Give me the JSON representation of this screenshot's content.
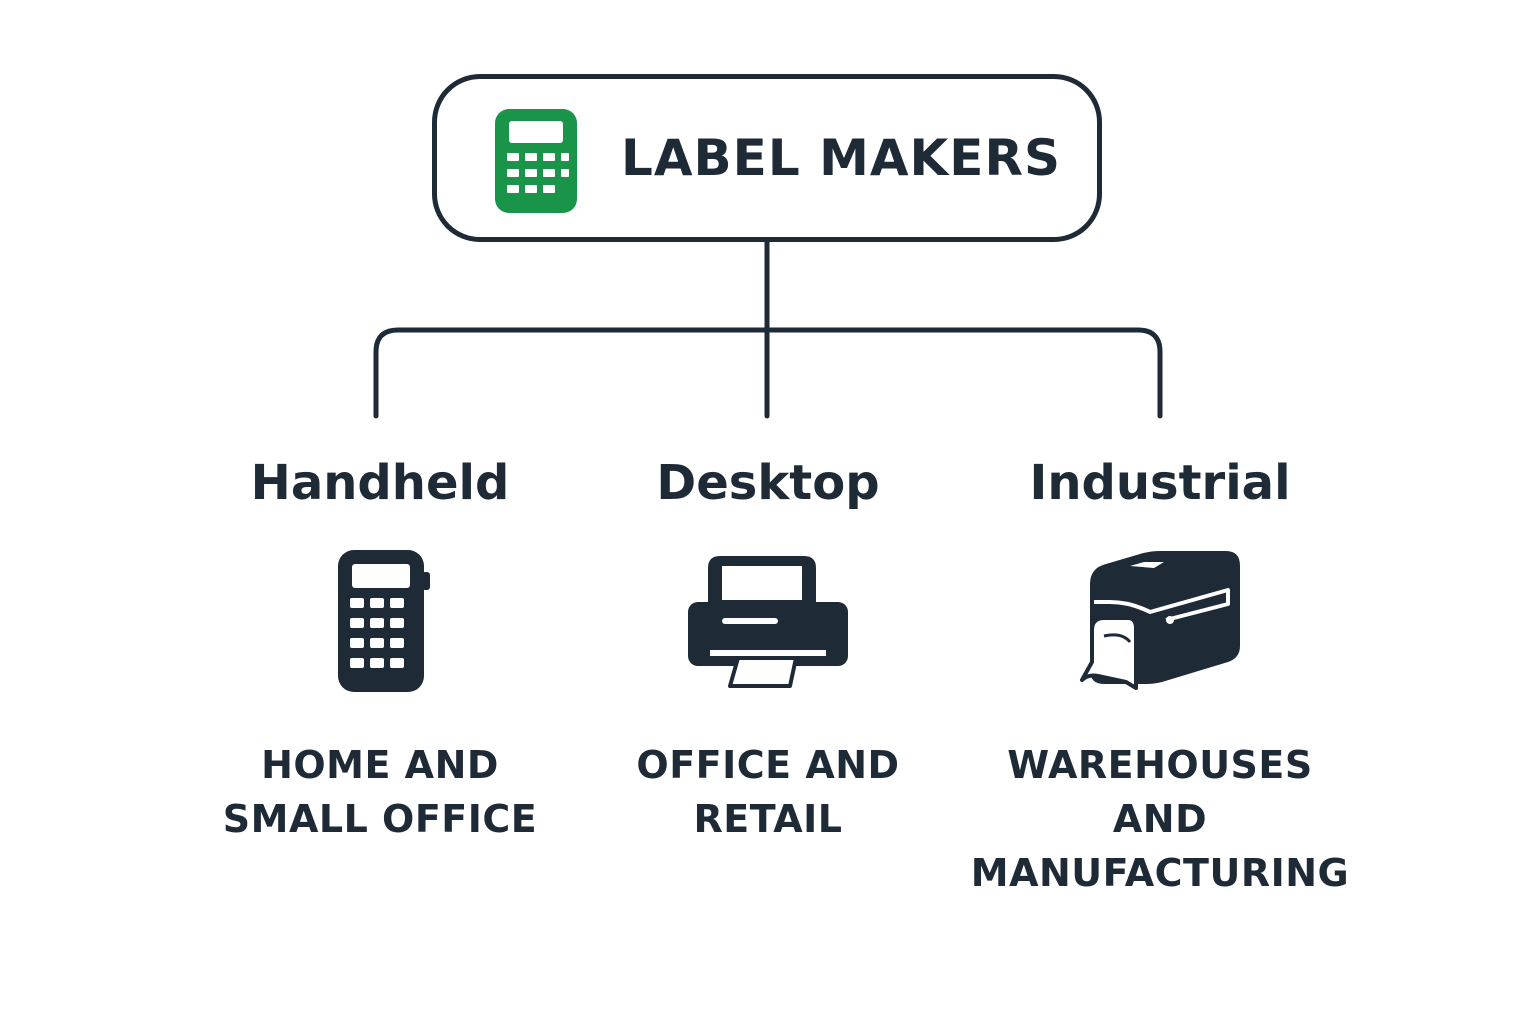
{
  "diagram": {
    "root": {
      "title": "LABEL MAKERS",
      "icon": "handheld-label-maker-icon",
      "icon_color": "#1a9448"
    },
    "categories": [
      {
        "name": "Handheld",
        "icon": "handheld-label-maker-icon",
        "use": "HOME AND\nSMALL OFFICE"
      },
      {
        "name": "Desktop",
        "icon": "desktop-printer-icon",
        "use": "OFFICE AND\nRETAIL"
      },
      {
        "name": "Industrial",
        "icon": "industrial-label-printer-icon",
        "use": "WAREHOUSES\nAND\nMANUFACTURING"
      }
    ],
    "colors": {
      "ink": "#1f2a37",
      "accent": "#1a9448",
      "background": "#ffffff"
    }
  }
}
